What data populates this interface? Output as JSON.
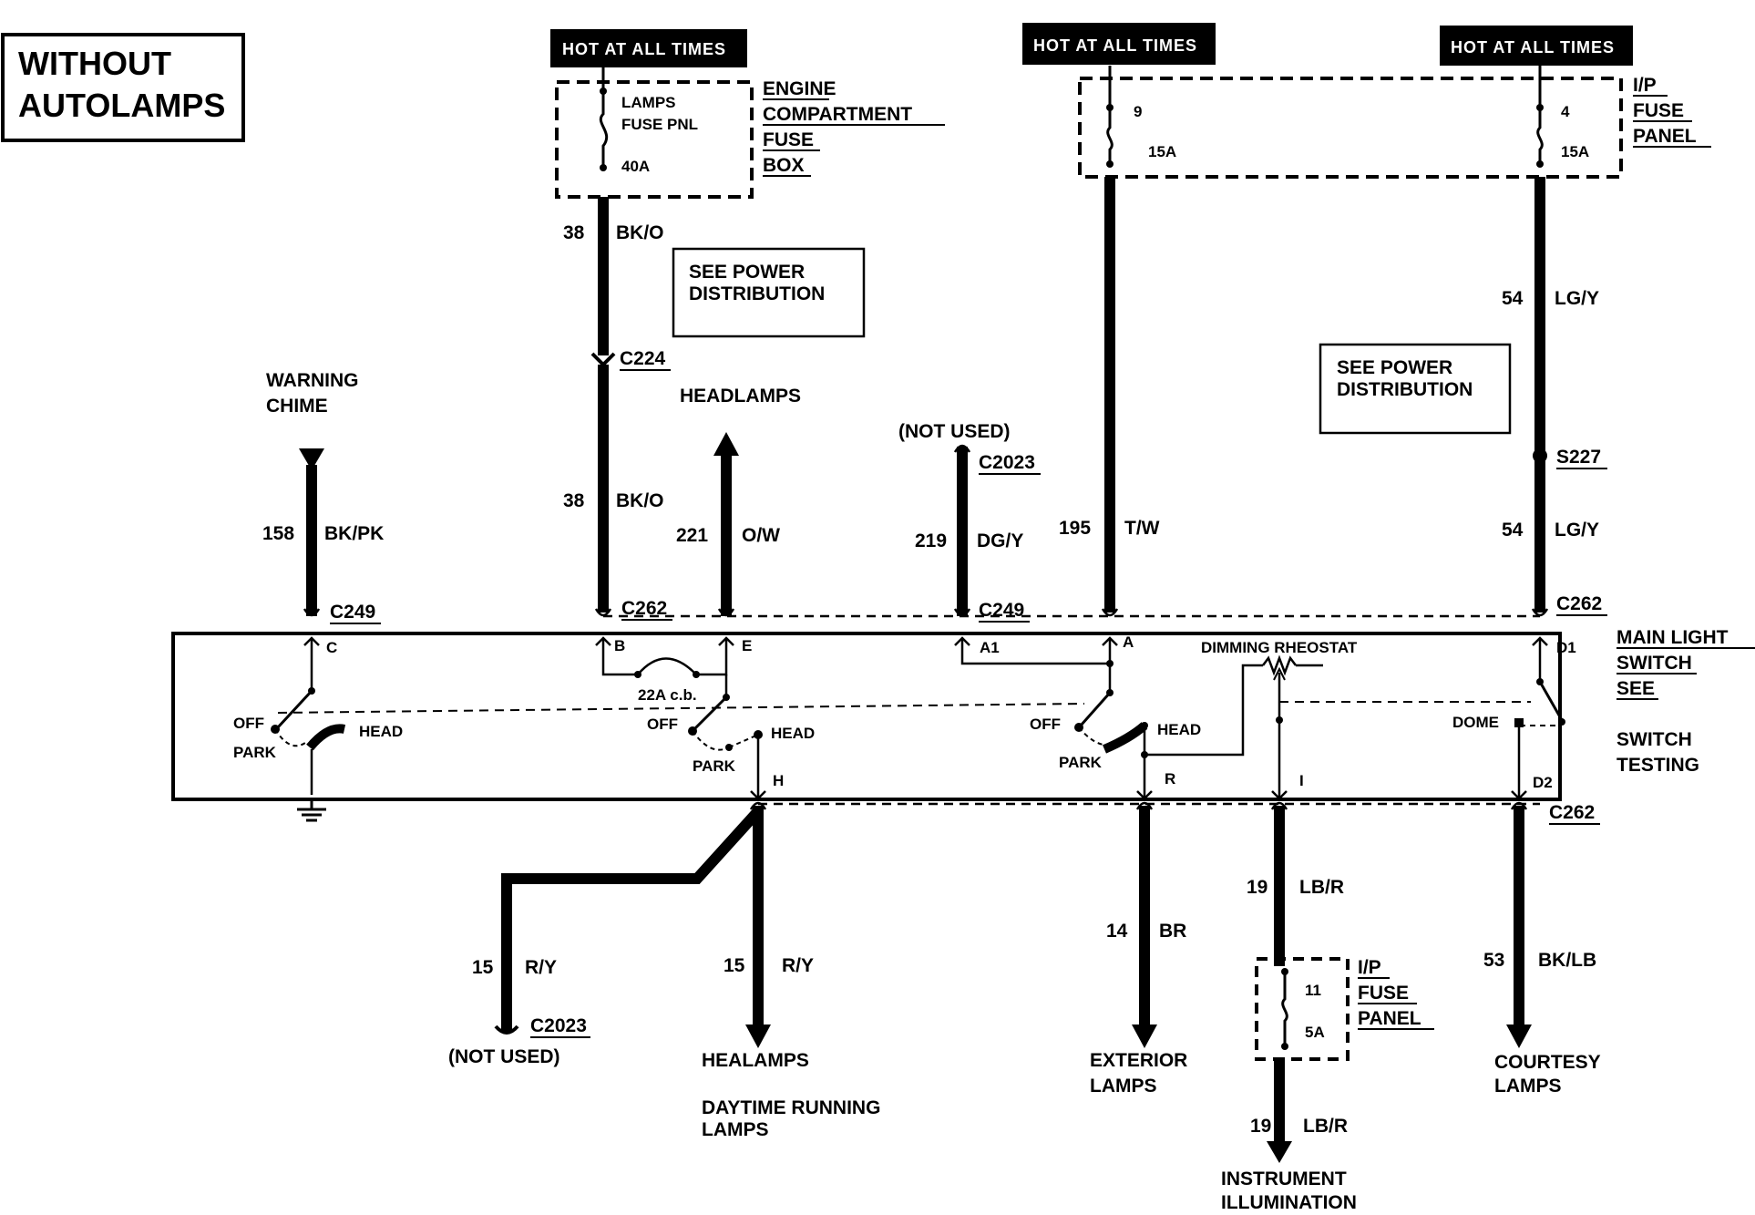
{
  "title_box": {
    "line1": "WITHOUT",
    "line2": "AUTOLAMPS"
  },
  "hot_labels": [
    "HOT AT ALL TIMES",
    "HOT AT ALL TIMES",
    "HOT AT ALL TIMES"
  ],
  "engine_fuse_box": {
    "fuse_name_1": "LAMPS",
    "fuse_name_2": "FUSE PNL",
    "rating": "40A",
    "label": [
      "ENGINE",
      "COMPARTMENT",
      "FUSE",
      "BOX"
    ]
  },
  "ip_fuse_panel_top": {
    "fuse_a": {
      "number": "9",
      "rating": "15A"
    },
    "fuse_b": {
      "number": "4",
      "rating": "15A"
    },
    "label": [
      "I/P",
      "FUSE",
      "PANEL"
    ]
  },
  "ip_fuse_panel_bottom": {
    "number": "11",
    "rating": "5A",
    "label": [
      "I/P",
      "FUSE",
      "PANEL"
    ]
  },
  "see_power_1": [
    "SEE POWER",
    "DISTRIBUTION"
  ],
  "see_power_2": [
    "SEE POWER",
    "DISTRIBUTION"
  ],
  "wires": {
    "w38_top": {
      "num": "38",
      "color": "BK/O"
    },
    "w38_bot": {
      "num": "38",
      "color": "BK/O"
    },
    "w158": {
      "num": "158",
      "color": "BK/PK"
    },
    "w221": {
      "num": "221",
      "color": "O/W"
    },
    "w219": {
      "num": "219",
      "color": "DG/Y"
    },
    "w195": {
      "num": "195",
      "color": "T/W"
    },
    "w54_top": {
      "num": "54",
      "color": "LG/Y"
    },
    "w54_bot": {
      "num": "54",
      "color": "LG/Y"
    },
    "w15_left": {
      "num": "15",
      "color": "R/Y"
    },
    "w15_right": {
      "num": "15",
      "color": "R/Y"
    },
    "w14": {
      "num": "14",
      "color": "BR"
    },
    "w19_top": {
      "num": "19",
      "color": "LB/R"
    },
    "w19_bot": {
      "num": "19",
      "color": "LB/R"
    },
    "w53": {
      "num": "53",
      "color": "BK/LB"
    }
  },
  "connectors": {
    "c224": "C224",
    "c249_left": "C249",
    "c262_left": "C262",
    "c2023_top": "C2023",
    "c249_mid": "C249",
    "c262_right": "C262",
    "s227": "S227",
    "c262_bottom": "C262",
    "c2023_bottom": "C2023"
  },
  "pins": {
    "c": "C",
    "b": "B",
    "e": "E",
    "a1": "A1",
    "a": "A",
    "d1": "D1",
    "h": "H",
    "r": "R",
    "i": "I",
    "d2": "D2"
  },
  "switch": {
    "off": "OFF",
    "park": "PARK",
    "head": "HEAD",
    "breaker": "22A c.b.",
    "rheostat": "DIMMING RHEOSTAT",
    "dome": "DOME",
    "label": [
      "MAIN LIGHT",
      "SWITCH",
      "SEE",
      "SWITCH",
      "TESTING"
    ]
  },
  "destinations": {
    "warning_chime": [
      "WARNING",
      "CHIME"
    ],
    "headlamps": "HEADLAMPS",
    "not_used_top": "(NOT USED)",
    "not_used_bottom": "(NOT USED)",
    "healamps": "HEALAMPS",
    "drl": [
      "DAYTIME RUNNING",
      "LAMPS"
    ],
    "exterior": [
      "EXTERIOR",
      "LAMPS"
    ],
    "instrument": [
      "INSTRUMENT",
      "ILLUMINATION"
    ],
    "courtesy": [
      "COURTESY",
      "LAMPS"
    ]
  }
}
